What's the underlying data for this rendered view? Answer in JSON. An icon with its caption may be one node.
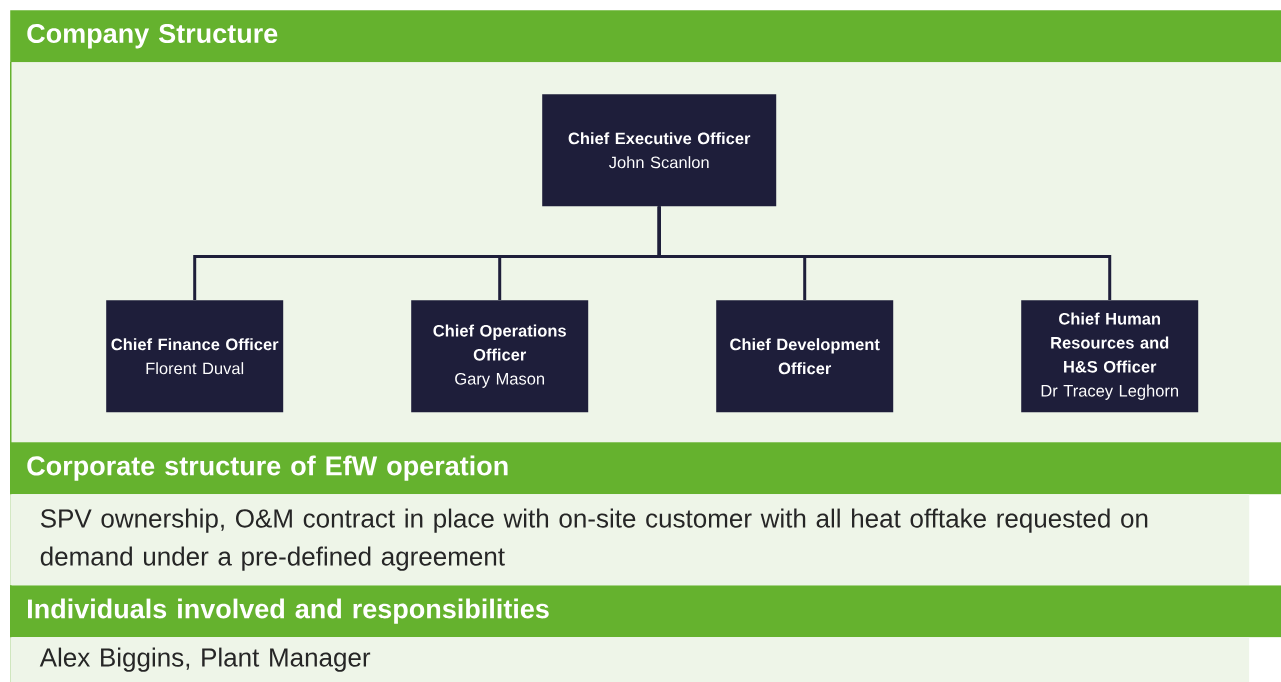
{
  "diagram": {
    "nodes": [
      {
        "text": [
          "Company Structure"
        ]
      },
      {
        "text": [
          "Chief Executive Officer",
          "John Scanlon"
        ]
      },
      {
        "text": [
          "Chief Finance Officer",
          "Florent Duval"
        ]
      },
      {
        "text": [
          "Chief Operations Officer",
          "Gary Mason"
        ]
      },
      {
        "text": [
          "Chief Development Officer"
        ]
      },
      {
        "text": [
          "Chief Human Resources and H&S Officer",
          "Dr Tracey Leghorn"
        ]
      },
      {
        "text": [
          "Corporate structure of EfW operation"
        ]
      },
      {
        "text": [
          "SPV ownership, O&M contract in place with on-site customer with all heat offtake requested on demand under a pre-defined agreement"
        ]
      },
      {
        "text": [
          "Individuals involved and responsibilities"
        ]
      },
      {
        "text": [
          "Alex Biggins, Plant Manager"
        ]
      }
    ],
    "edges": [
      {
        "from": 1,
        "to": 2,
        "arrow": "none"
      },
      {
        "from": 1,
        "to": 3,
        "arrow": "none"
      },
      {
        "from": 1,
        "to": 4,
        "arrow": "none"
      },
      {
        "from": 1,
        "to": 5,
        "arrow": "none"
      }
    ]
  }
}
